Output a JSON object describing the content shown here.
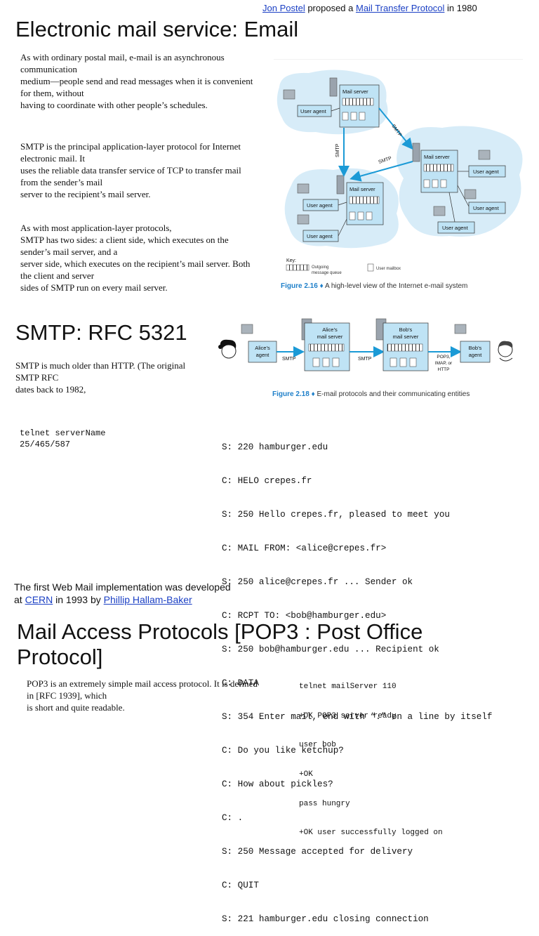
{
  "top_credit": {
    "link1": "Jon Postel",
    "mid": " proposed a ",
    "link2": "Mail Transfer Protocol",
    "tail": " in 1980"
  },
  "section1": {
    "title": "Electronic mail service: Email",
    "para1": [
      "As with ordinary postal mail, e-mail is an asynchronous",
      "communication",
      "medium—people send and read messages when it is convenient",
      "for them, without",
      "having to coordinate with other people’s schedules."
    ],
    "para2": [
      "SMTP is the principal application-layer protocol for Internet",
      "electronic mail. It",
      "uses the reliable data transfer service of TCP to transfer mail",
      "from the sender’s mail",
      "server to the recipient’s mail server."
    ],
    "para3": [
      "As with most application-layer protocols,",
      "SMTP has two sides: a client side, which executes on the",
      "sender’s mail server, and a",
      "server side, which executes on the recipient’s mail server. Both",
      "the client and server",
      "sides of SMTP run on every mail server."
    ],
    "figure": {
      "mail_server": "Mail server",
      "user_agent": "User agent",
      "smtp": "SMTP",
      "key": "Key:",
      "outgoing_queue_1": "Outgoing",
      "outgoing_queue_2": "message queue",
      "user_mailbox": "User mailbox",
      "caption_num": "Figure 2.16",
      "caption_sep": "♦",
      "caption_text": "A high-level view of the Internet e-mail system"
    }
  },
  "section2": {
    "title": "SMTP: RFC 5321",
    "para": [
      "SMTP is much older than HTTP. (The original",
      "SMTP RFC",
      "dates back to 1982,"
    ],
    "telnet": [
      "telnet serverName",
      "25/465/587"
    ],
    "figure": {
      "alices_agent_1": "Alice’s",
      "alices_agent_2": "agent",
      "alices_server_1": "Alice’s",
      "alices_server_2": "mail server",
      "bobs_server_1": "Bob’s",
      "bobs_server_2": "mail server",
      "bobs_agent_1": "Bob’s",
      "bobs_agent_2": "agent",
      "smtp": "SMTP",
      "pop_1": "POP3,",
      "pop_2": "IMAP, or",
      "pop_3": "HTTP",
      "caption_num": "Figure 2.18",
      "caption_sep": "♦",
      "caption_text": "E-mail protocols and their communicating entities"
    },
    "transcript": [
      "S: 220 hamburger.edu",
      "C: HELO crepes.fr",
      "S: 250 Hello crepes.fr, pleased to meet you",
      "C: MAIL FROM: <alice@crepes.fr>",
      "S: 250 alice@crepes.fr ... Sender ok",
      "C: RCPT TO: <bob@hamburger.edu>",
      "S: 250 bob@hamburger.edu ... Recipient ok",
      "C: DATA",
      "S: 354 Enter mail, end with “.” on a line by itself",
      "C: Do you like ketchup?",
      "C: How about pickles?",
      "C: .",
      "S: 250 Message accepted for delivery",
      "C: QUIT",
      "S: 221 hamburger.edu closing connection"
    ],
    "webmail_line1": "The first Web Mail implementation was developed",
    "webmail_at": "at ",
    "webmail_link1": "CERN",
    "webmail_mid": " in 1993 by ",
    "webmail_link2": "Phillip Hallam-Baker"
  },
  "section3": {
    "title_line1": "Mail Access Protocols [POP3 : Post Office",
    "title_line2": "Protocol]",
    "para": [
      "POP3 is an extremely simple mail access protocol. It is defined",
      "in [RFC 1939], which",
      "is short and quite readable."
    ],
    "code": [
      "telnet mailServer 110",
      "+OK POP3 server ready",
      "user bob",
      "+OK",
      "pass hungry",
      "+OK user successfully logged on"
    ]
  },
  "colors": {
    "box_fill": "#bfe3f5",
    "cloud_fill": "#d7ecf8",
    "arrow": "#1b9ad6",
    "caption": "#1e7fc9",
    "link": "#1a3fc4"
  }
}
